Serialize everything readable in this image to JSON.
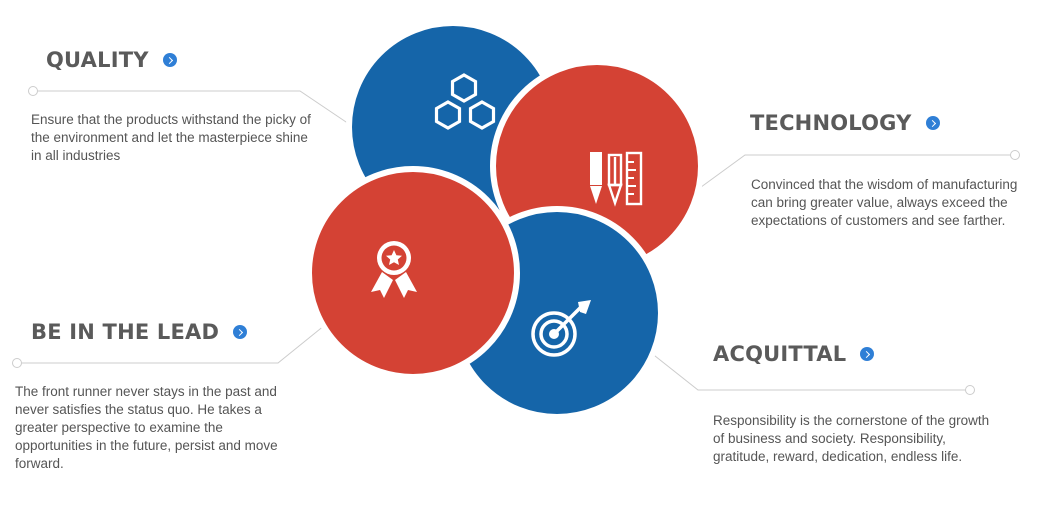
{
  "colors": {
    "blue": "#1565a9",
    "red": "#d44234",
    "line": "#cccccc",
    "accent": "#2f7fd6"
  },
  "items": [
    {
      "key": "quality",
      "title": "QUALITY",
      "icon": "hexagons-icon",
      "description": "Ensure that the products withstand the picky of the environment and let the masterpiece shine in all industries"
    },
    {
      "key": "technology",
      "title": "TECHNOLOGY",
      "icon": "pencil-ruler-icon",
      "description": "Convinced that the wisdom of manufacturing can bring greater value, always exceed the expectations of customers and see farther."
    },
    {
      "key": "lead",
      "title": "BE IN THE LEAD",
      "icon": "award-ribbon-icon",
      "description": "The front runner never stays in the past and never satisfies the status quo. He takes a greater perspective to examine the opportunities in the future, persist and move forward."
    },
    {
      "key": "acquittal",
      "title": "ACQUITTAL",
      "icon": "target-arrow-icon",
      "description": "Responsibility is the cornerstone of the growth of business and society. Responsibility, gratitude, reward, dedication, endless life."
    }
  ]
}
